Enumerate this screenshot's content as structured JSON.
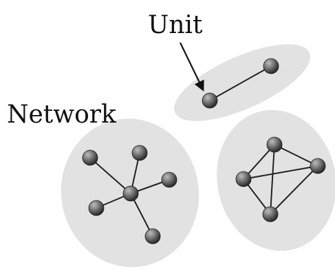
{
  "labels": {
    "unit": "Unit",
    "network": "Network"
  },
  "colors": {
    "group_fill": "#e2e2e2",
    "edge": "#222222",
    "node_light": "#bdbdbd",
    "node_dark": "#2a2a2a",
    "arrow": "#111111"
  },
  "groups": [
    {
      "name": "unit-group",
      "nodes": [
        "u1",
        "u2"
      ],
      "edges": [
        [
          "u1",
          "u2"
        ]
      ]
    },
    {
      "name": "star-network-group",
      "nodes": [
        "c",
        "s1",
        "s2",
        "s3",
        "s4",
        "s5"
      ],
      "edges": [
        [
          "c",
          "s1"
        ],
        [
          "c",
          "s2"
        ],
        [
          "c",
          "s3"
        ],
        [
          "c",
          "s4"
        ],
        [
          "c",
          "s5"
        ]
      ]
    },
    {
      "name": "tetrahedron-network-group",
      "nodes": [
        "t1",
        "t2",
        "t3",
        "t4"
      ],
      "edges": [
        [
          "t1",
          "t2"
        ],
        [
          "t1",
          "t3"
        ],
        [
          "t1",
          "t4"
        ],
        [
          "t2",
          "t3"
        ],
        [
          "t2",
          "t4"
        ],
        [
          "t3",
          "t4"
        ]
      ]
    }
  ]
}
